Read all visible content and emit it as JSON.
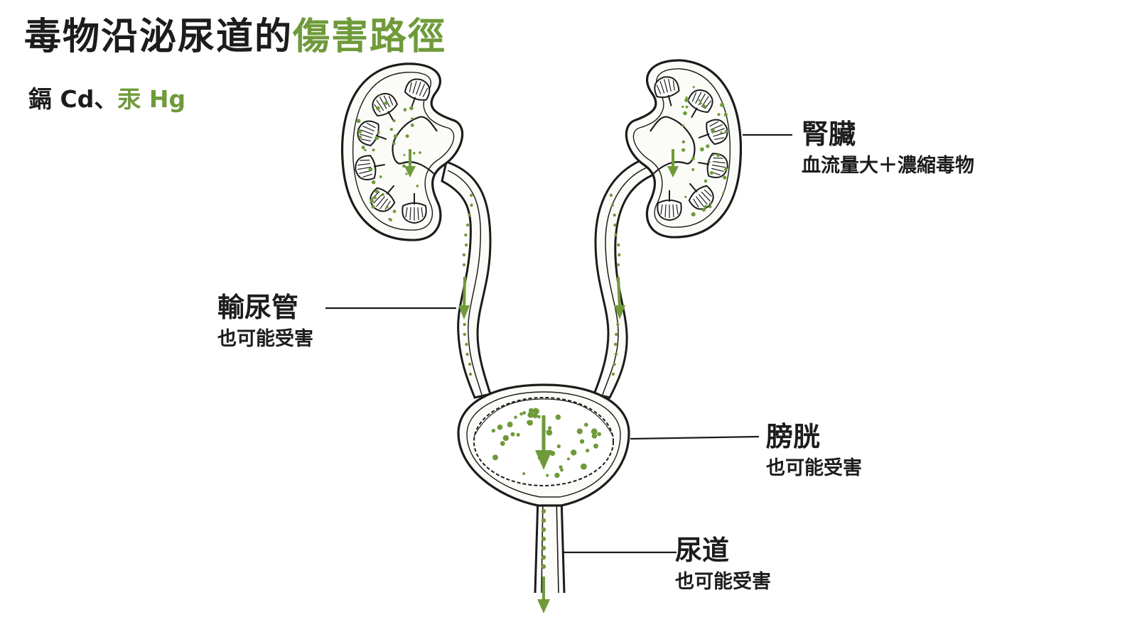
{
  "title": {
    "main": "毒物沿泌尿道的",
    "accent": "傷害路徑"
  },
  "subtitle": {
    "main": "鎘 Cd、",
    "accent": "汞 Hg"
  },
  "labels": {
    "kidney": {
      "name": "腎臟",
      "desc": "血流量大＋濃縮毒物"
    },
    "ureter": {
      "name": "輸尿管",
      "desc": "也可能受害"
    },
    "bladder": {
      "name": "膀胱",
      "desc": "也可能受害"
    },
    "urethra": {
      "name": "尿道",
      "desc": "也可能受害"
    }
  },
  "colors": {
    "accent": "#6f9a3a",
    "ink": "#1c1c1c",
    "fill": "#fbfbf8"
  }
}
